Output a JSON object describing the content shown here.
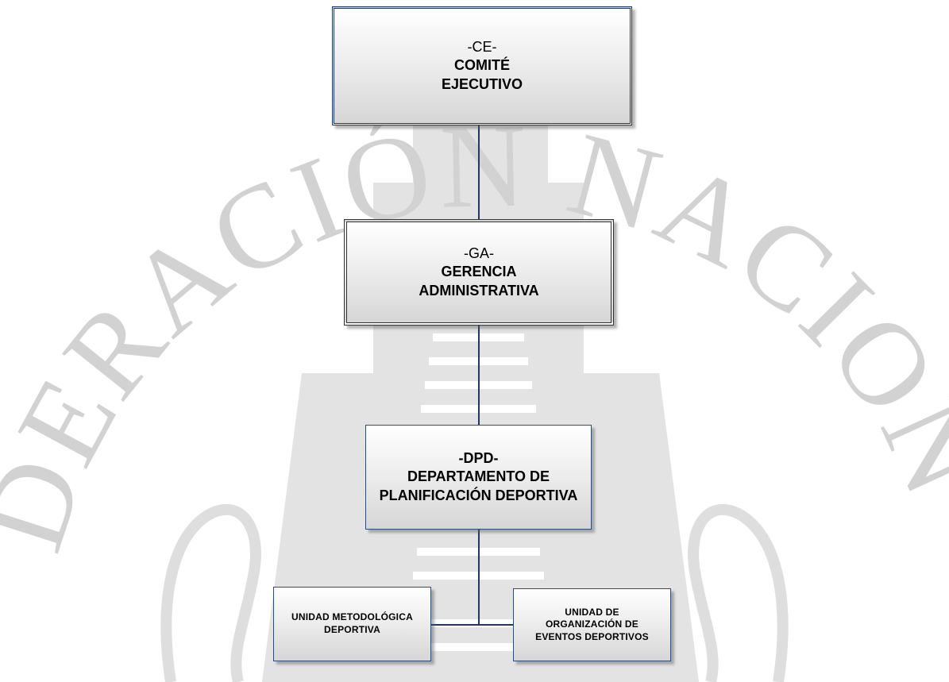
{
  "watermark": {
    "text": "FEDERACIÓN NACIONAL",
    "color": "#d2d2d2"
  },
  "colors": {
    "connector": "#1f3864",
    "box_border": "#2f4d74",
    "box_fill_top": "#ffffff",
    "box_fill_bottom": "#d6d6d6"
  },
  "org_chart": {
    "committee": {
      "code": "-CE-",
      "name_line1": "COMITÉ",
      "name_line2": "EJECUTIVO"
    },
    "management": {
      "code": "-GA-",
      "name_line1": "GERENCIA",
      "name_line2": "ADMINISTRATIVA"
    },
    "department": {
      "code": "-DPD-",
      "name_line1": "DEPARTAMENTO DE",
      "name_line2": "PLANIFICACIÓN DEPORTIVA"
    },
    "unit_methodology": {
      "name_line1": "UNIDAD METODOLÓGICA",
      "name_line2": "DEPORTIVA"
    },
    "unit_events": {
      "name_line1": "UNIDAD DE",
      "name_line2": "ORGANIZACIÓN DE",
      "name_line3": "EVENTOS DEPORTIVOS"
    }
  }
}
